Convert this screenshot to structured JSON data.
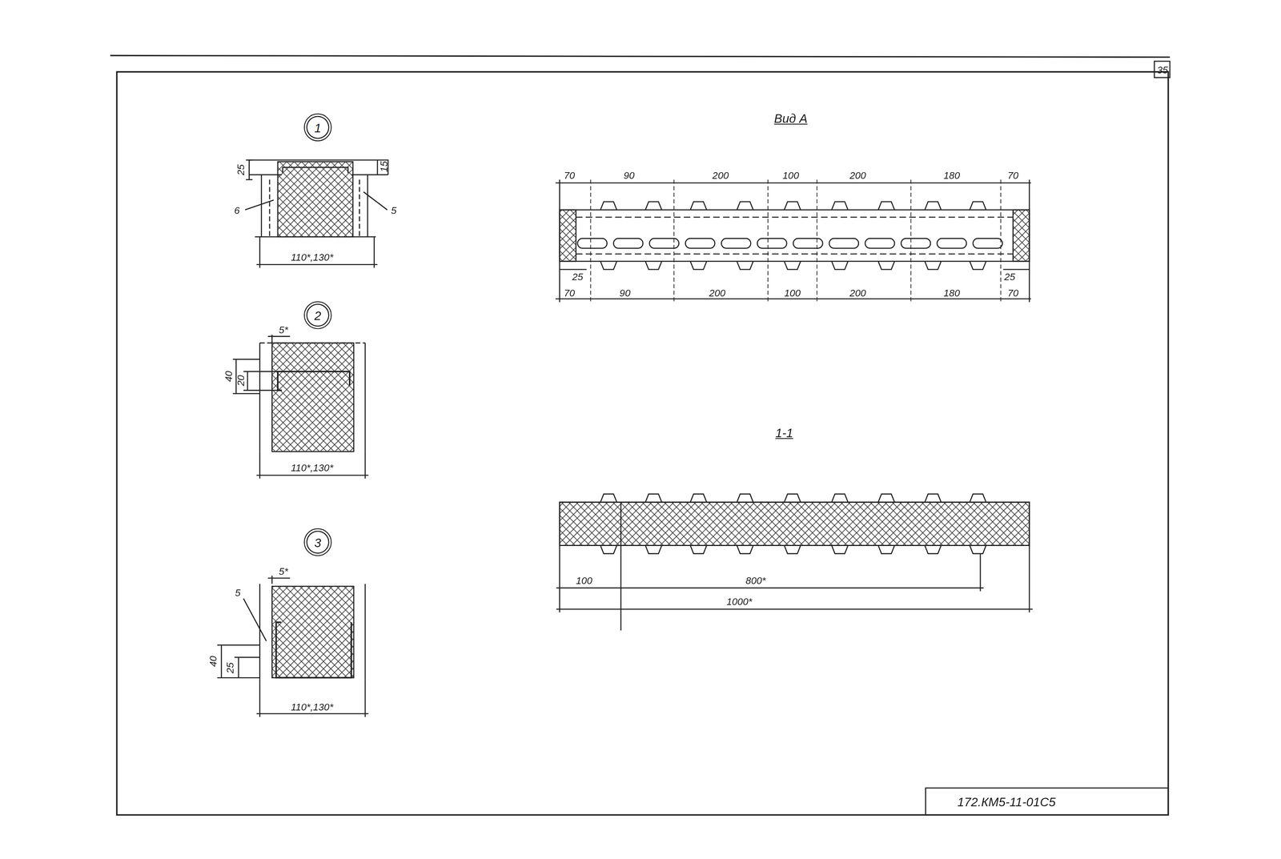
{
  "diagram": {
    "nodes": [
      {
        "text": [
          "1"
        ]
      },
      {
        "text": [
          "2"
        ]
      },
      {
        "text": [
          "3"
        ]
      }
    ],
    "edges": [],
    "labels": [
      "35",
      "Вид А",
      "70",
      "90",
      "200",
      "100",
      "200",
      "180",
      "70",
      "25",
      "25",
      "70",
      "90",
      "200",
      "100",
      "200",
      "180",
      "70",
      "1-1",
      "100",
      "800*",
      "1000*",
      "25",
      "15",
      "6",
      "5",
      "110*,130*",
      "5*",
      "40",
      "20",
      "110*,130*",
      "5*",
      "5",
      "40",
      "25",
      "110*,130*",
      "172.КМ5-11-01С5"
    ]
  }
}
